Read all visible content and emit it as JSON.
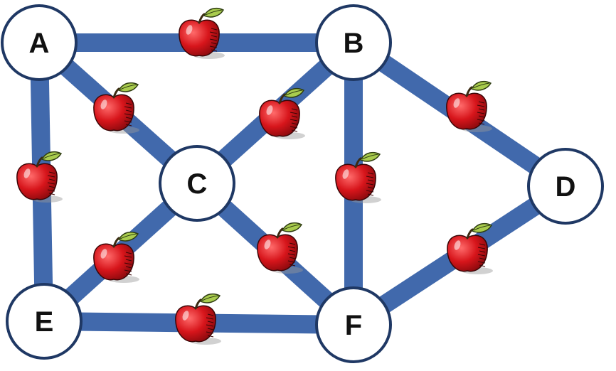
{
  "nodes": [
    {
      "id": "A",
      "label": "A"
    },
    {
      "id": "B",
      "label": "B"
    },
    {
      "id": "C",
      "label": "C"
    },
    {
      "id": "D",
      "label": "D"
    },
    {
      "id": "E",
      "label": "E"
    },
    {
      "id": "F",
      "label": "F"
    }
  ],
  "edges": [
    {
      "from": "A",
      "to": "B",
      "icon": "apple-icon"
    },
    {
      "from": "A",
      "to": "C",
      "icon": "apple-icon"
    },
    {
      "from": "A",
      "to": "E",
      "icon": "apple-icon"
    },
    {
      "from": "B",
      "to": "C",
      "icon": "apple-icon"
    },
    {
      "from": "B",
      "to": "F",
      "icon": "apple-icon"
    },
    {
      "from": "B",
      "to": "D",
      "icon": "apple-icon"
    },
    {
      "from": "C",
      "to": "E",
      "icon": "apple-icon"
    },
    {
      "from": "C",
      "to": "F",
      "icon": "apple-icon"
    },
    {
      "from": "E",
      "to": "F",
      "icon": "apple-icon"
    },
    {
      "from": "F",
      "to": "D",
      "icon": "apple-icon"
    }
  ],
  "colors": {
    "edge": "#4169AC",
    "node_fill": "#FFFFFF",
    "node_stroke": "#1F3864",
    "apple": "#D7151B",
    "leaf": "#A9CC4E"
  }
}
